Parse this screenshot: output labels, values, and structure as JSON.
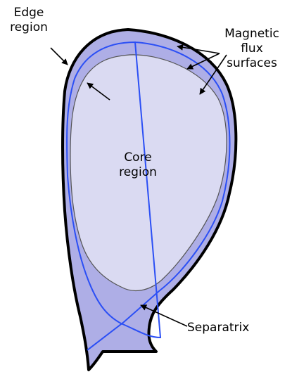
{
  "diagram": {
    "labels": {
      "edge_region": [
        "Edge",
        "region"
      ],
      "magnetic_flux_surfaces": [
        "Magnetic",
        "flux",
        "surfaces"
      ],
      "core_region": [
        "Core",
        "region"
      ],
      "separatrix": "Separatrix"
    },
    "colors": {
      "plasma_edge_fill": "#aeaee6",
      "core_fill": "#dadaf2",
      "flux_surface_line": "#2b4ff5",
      "outline": "#000000"
    }
  }
}
